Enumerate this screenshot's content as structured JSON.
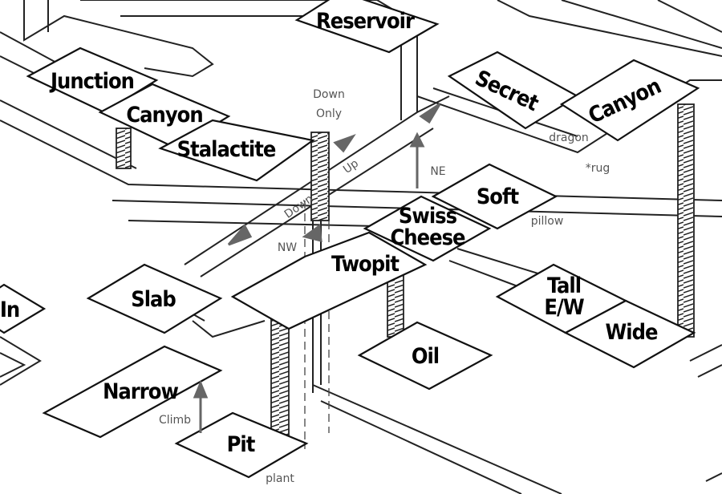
{
  "rooms": {
    "reservoir": "Reservoir",
    "junction": "Junction",
    "canyon_left": "Canyon",
    "stalactite": "Stalactite",
    "secret": "Secret",
    "canyon_right": "Canyon",
    "soft": "Soft",
    "swiss_cheese_1": "Swiss",
    "swiss_cheese_2": "Cheese",
    "twopit": "Twopit",
    "slab": "Slab",
    "in": "In",
    "tall_ew_1": "Tall",
    "tall_ew_2": "E/W",
    "wide": "Wide",
    "oil": "Oil",
    "narrow": "Narrow",
    "pit": "Pit"
  },
  "notes": {
    "down_only_1": "Down",
    "down_only_2": "Only",
    "up": "Up",
    "down": "Down",
    "ne": "NE",
    "nw": "NW",
    "climb": "Climb",
    "pillow": "pillow",
    "dragon": "dragon",
    "rug": "*rug",
    "plant": "plant"
  },
  "colors": {
    "line": "#222222",
    "annotation": "#666666",
    "background": "#ffffff"
  }
}
